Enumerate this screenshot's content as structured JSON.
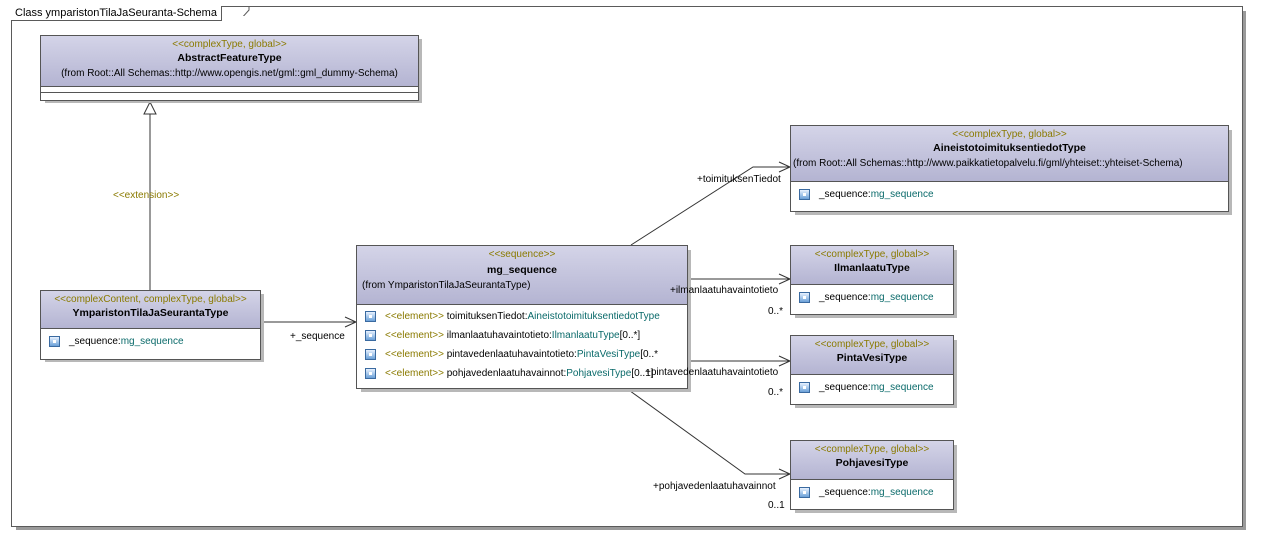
{
  "diagram": {
    "frame_title": "Class ymparistonTilaJaSeuranta-Schema",
    "classes": {
      "abstract_feature": {
        "stereotype": "<<complexType, global>>",
        "name": "AbstractFeatureType",
        "from": "(from Root::All Schemas::http://www.opengis.net/gml::gml_dummy-Schema)"
      },
      "ymparisto": {
        "stereotype": "<<complexContent, complexType, global>>",
        "name": "YmparistonTilaJaSeurantaType",
        "attr_name": "_sequence:",
        "attr_type": "mg_sequence"
      },
      "mg_sequence": {
        "stereotype": "<<sequence>>",
        "name": "mg_sequence",
        "from": "(from YmparistonTilaJaSeurantaType)",
        "elements": [
          {
            "stereo": "<<element>>",
            "name": " toimituksenTiedot:",
            "type": "AineistotoimituksentiedotType",
            "mult": ""
          },
          {
            "stereo": "<<element>>",
            "name": " ilmanlaatuhavaintotieto:",
            "type": "IlmanlaatuType",
            "mult": "[0..*]"
          },
          {
            "stereo": "<<element>>",
            "name": " pintavedenlaatuhavaintotieto:",
            "type": "PintaVesiType",
            "mult": "[0..*"
          },
          {
            "stereo": "<<element>>",
            "name": " pohjavedenlaatuhavainnot:",
            "type": "PohjavesiType",
            "mult": "[0..1]"
          }
        ]
      },
      "aineisto": {
        "stereotype": "<<complexType, global>>",
        "name": "AineistotoimituksentiedotType",
        "from": "(from Root::All Schemas::http://www.paikkatietopalvelu.fi/gml/yhteiset::yhteiset-Schema)",
        "attr_name": "_sequence:",
        "attr_type": "mg_sequence"
      },
      "ilmanlaatu": {
        "stereotype": "<<complexType, global>>",
        "name": "IlmanlaatuType",
        "attr_name": "_sequence:",
        "attr_type": "mg_sequence"
      },
      "pintavesi": {
        "stereotype": "<<complexType, global>>",
        "name": "PintaVesiType",
        "attr_name": "_sequence:",
        "attr_type": "mg_sequence"
      },
      "pohjavesi": {
        "stereotype": "<<complexType, global>>",
        "name": "PohjavesiType",
        "attr_name": "_sequence:",
        "attr_type": "mg_sequence"
      }
    },
    "labels": {
      "extension": "<<extension>>",
      "sequence_role": "+_sequence",
      "toimitus_role": "+toimituksenTiedot",
      "ilman_role": "+ilmanlaatuhavaintotieto",
      "ilman_mult": "0..*",
      "pinta_role": "+pintavedenlaatuhavaintotieto",
      "pinta_mult": "0..*",
      "pohja_role": "+pohjavedenlaatuhavainnot",
      "pohja_mult": "0..1"
    }
  }
}
